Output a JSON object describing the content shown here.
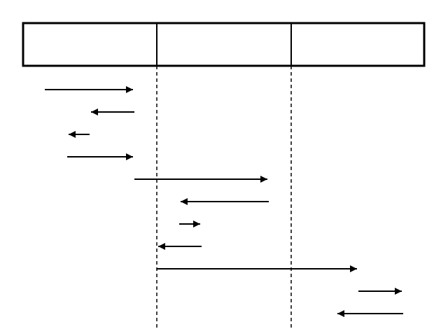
{
  "diagram": {
    "type": "sequence-diagram",
    "colors": {
      "background": "#ffffff",
      "stroke": "#000000"
    },
    "lanes": [
      {
        "id": "lane-1",
        "label": ""
      },
      {
        "id": "lane-2",
        "label": ""
      },
      {
        "id": "lane-3",
        "label": ""
      }
    ],
    "lifeline_style": "dashed",
    "message_count": 11
  }
}
